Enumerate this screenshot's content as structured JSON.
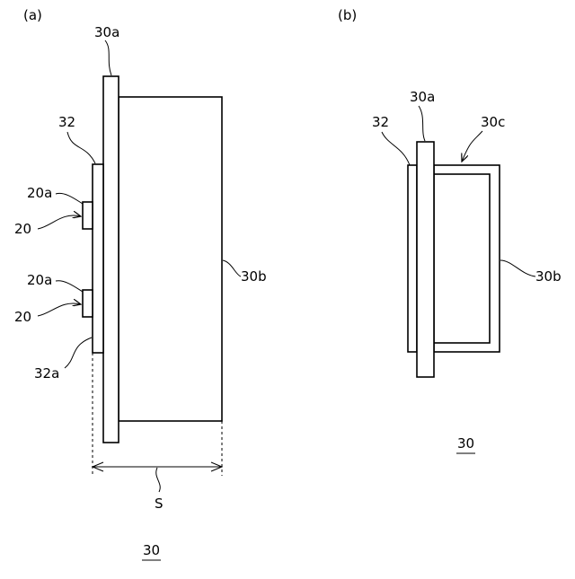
{
  "panel_a": {
    "caption": "(a)",
    "labels": {
      "l30a": "30a",
      "l32": "32",
      "l20a_top": "20a",
      "l20_top": "20",
      "l20a_bottom": "20a",
      "l20_bottom": "20",
      "l32a": "32a",
      "l30b": "30b",
      "lS": "S"
    },
    "figure_number": "30"
  },
  "panel_b": {
    "caption": "(b)",
    "labels": {
      "l32": "32",
      "l30a": "30a",
      "l30c": "30c",
      "l30b": "30b"
    },
    "figure_number": "30"
  }
}
